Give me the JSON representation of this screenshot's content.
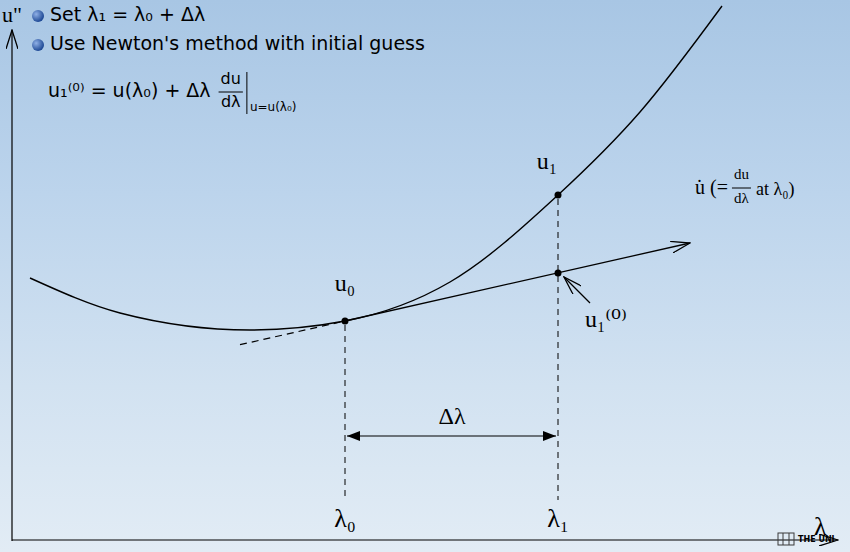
{
  "diagram": {
    "labels": [
      "u\"",
      "Set λ₁ = λ₀ + Δλ",
      "Use Newton's method with initial guess",
      "u₁⁽⁰⁾ = u(λ₀) + Δλ",
      "du",
      "dλ",
      "u=u(λ₀)",
      "u₀",
      "u₁",
      "u₁⁽⁰⁾",
      "u̇ (=",
      "du",
      "dλ",
      "at λ₀)",
      "Δλ",
      "λ",
      "λ₀",
      "λ₁",
      "THE UNI"
    ]
  }
}
